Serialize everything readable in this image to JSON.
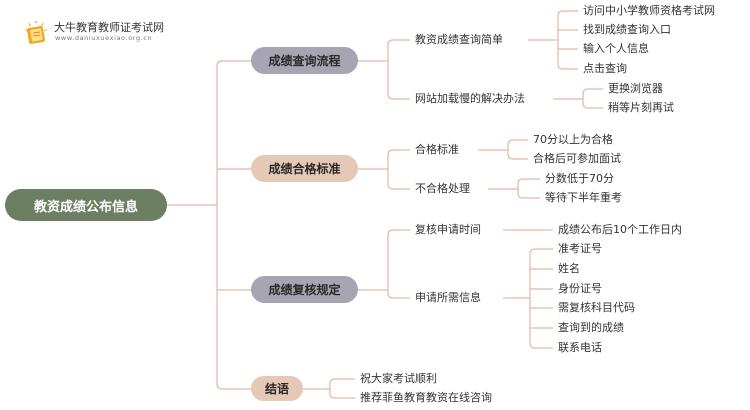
{
  "brand": {
    "name": "大牛教育教师证考试网",
    "url": "www.daniuxuexiao.org.cn"
  },
  "root": "教资成绩公布信息",
  "branches": [
    {
      "label": "成绩查询流程",
      "color": "#a7a4b4",
      "children": [
        {
          "label": "教资成绩查询简单",
          "items": [
            "访问中小学教师资格考试网",
            "找到成绩查询入口",
            "输入个人信息",
            "点击查询"
          ]
        },
        {
          "label": "网站加载慢的解决办法",
          "items": [
            "更换浏览器",
            "稍等片刻再试"
          ]
        }
      ]
    },
    {
      "label": "成绩合格标准",
      "color": "#e5c9b6",
      "children": [
        {
          "label": "合格标准",
          "items": [
            "70分以上为合格",
            "合格后可参加面试"
          ]
        },
        {
          "label": "不合格处理",
          "items": [
            "分数低于70分",
            "等待下半年重考"
          ]
        }
      ]
    },
    {
      "label": "成绩复核规定",
      "color": "#a7a4b4",
      "children": [
        {
          "label": "复核申请时间",
          "items": [
            "成绩公布后10个工作日内"
          ]
        },
        {
          "label": "申请所需信息",
          "items": [
            "准考证号",
            "姓名",
            "身份证号",
            "需复核科目代码",
            "查询到的成绩",
            "联系电话"
          ]
        }
      ]
    },
    {
      "label": "结语",
      "color": "#e5c9b6",
      "items": [
        "祝大家考试顺利",
        "推荐菲鱼教育教资在线咨询"
      ]
    }
  ]
}
